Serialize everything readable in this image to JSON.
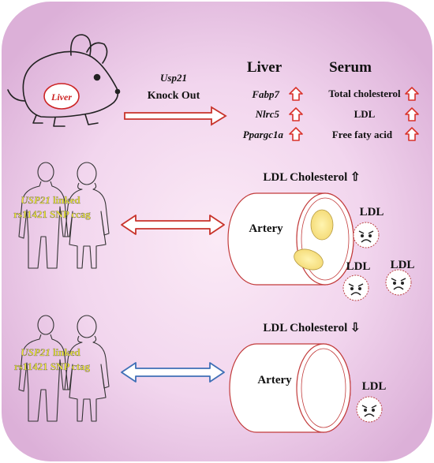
{
  "knockout": {
    "gene": "Usp21",
    "text": "Knock Out"
  },
  "mouse": {
    "organ_label": "Liver"
  },
  "table": {
    "liver_header": "Liver",
    "serum_header": "Serum",
    "liver_genes": [
      "Fabp7",
      "Nlrc5",
      "Ppargc1a"
    ],
    "serum_items": [
      "Total cholesterol",
      "LDL",
      "Free faty acid"
    ]
  },
  "snp_ccag": {
    "gene": "USP21",
    "line1_rest": " linked",
    "line2": "rs11421 SNP ccag"
  },
  "snp_ctag": {
    "gene": "USP21",
    "line1_rest": " linked",
    "line2": "rs11421 SNP ctag"
  },
  "ldl_up": {
    "text": "LDL Cholesterol ⇧"
  },
  "ldl_down": {
    "text": "LDL Cholesterol ⇩"
  },
  "artery_label": "Artery",
  "ldl_label": "LDL",
  "colors": {
    "up_arrow": "#d9322a",
    "red_arrow": "#c8332b",
    "blue_arrow": "#3f6fb6",
    "background_center": "#fbe9f6",
    "background_edge": "#e0b5dc"
  }
}
